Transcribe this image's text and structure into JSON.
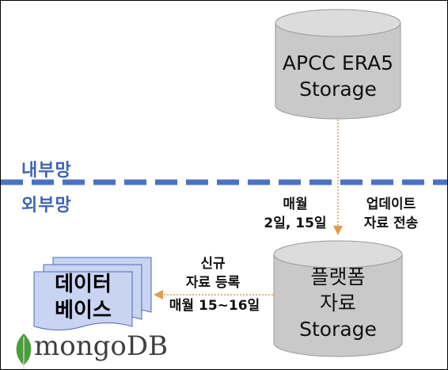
{
  "zones": {
    "internal": "내부망",
    "external": "외부망"
  },
  "nodes": {
    "apcc_storage": {
      "line1": "APCC ERA5",
      "line2": "Storage"
    },
    "platform_storage": {
      "line1": "플랫폼",
      "line2": "자료",
      "line3": "Storage"
    },
    "database": {
      "line1": "데이터",
      "line2": "베이스"
    }
  },
  "edges": {
    "transfer": {
      "schedule_line1": "매월",
      "schedule_line2": "2일, 15일",
      "action_line1": "업데이트",
      "action_line2": "자료 전송"
    },
    "register": {
      "action_line1": "신규",
      "action_line2": "자료 등록",
      "schedule": "매월 15~16일"
    }
  },
  "logo": {
    "text": "mongoDB",
    "icon": "mongodb-leaf-icon"
  },
  "colors": {
    "cylinder_fill": "#c9c9c9",
    "cylinder_top": "#dcdcdc",
    "cylinder_stroke": "#999999",
    "db_fill": "#c9d3f2",
    "db_stroke": "#4a6bbf",
    "zone_label": "#3c64b4",
    "dashed_line": "#4a72c4",
    "arrow": "#e39a4a",
    "mongo_green": "#4a9d3f"
  }
}
